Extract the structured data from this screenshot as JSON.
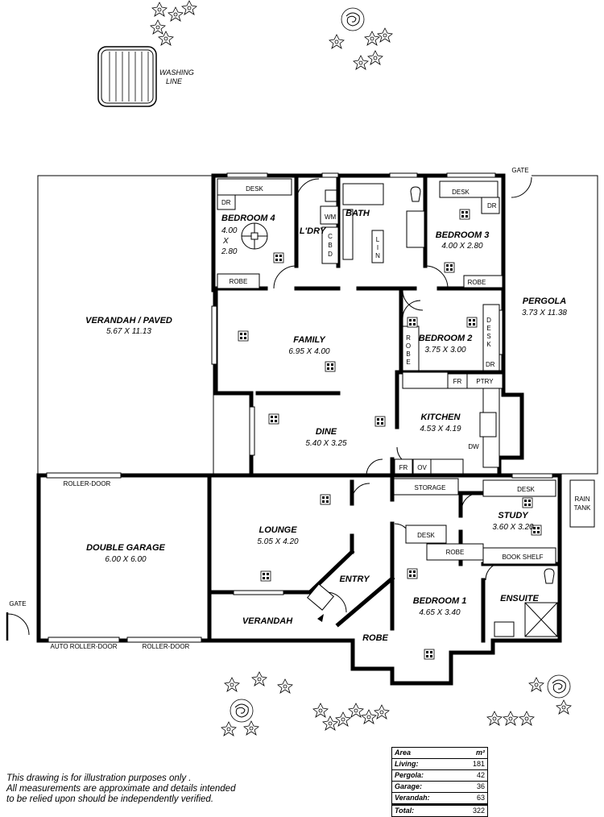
{
  "rooms": {
    "verandah_paved": {
      "name": "VERANDAH / PAVED",
      "dims": "5.67 X 11.13"
    },
    "family": {
      "name": "FAMILY",
      "dims": "6.95 X 4.00"
    },
    "dine": {
      "name": "DINE",
      "dims": "5.40 X 3.25"
    },
    "bedroom4": {
      "name": "BEDROOM 4",
      "dims_a": "4.00",
      "dims_x": "X",
      "dims_b": "2.80"
    },
    "bedroom3": {
      "name": "BEDROOM 3",
      "dims": "4.00 X 2.80"
    },
    "bedroom2": {
      "name": "BEDROOM 2",
      "dims": "3.75 X 3.00"
    },
    "kitchen": {
      "name": "KITCHEN",
      "dims": "4.53 X 4.19"
    },
    "pergola": {
      "name": "PERGOLA",
      "dims": "3.73 X 11.38"
    },
    "double_garage": {
      "name": "DOUBLE GARAGE",
      "dims": "6.00 X 6.00"
    },
    "lounge": {
      "name": "LOUNGE",
      "dims": "5.05 X 4.20"
    },
    "study": {
      "name": "STUDY",
      "dims": "3.60 X 3.20"
    },
    "bedroom1": {
      "name": "BEDROOM 1",
      "dims": "4.65 X 3.40"
    },
    "ensuite": {
      "name": "ENSUITE"
    },
    "entry": {
      "name": "ENTRY"
    },
    "verandah": {
      "name": "VERANDAH"
    },
    "robe_entry": {
      "name": "ROBE"
    },
    "laundry": {
      "name": "L'DRY"
    },
    "bath": {
      "name": "BATH"
    }
  },
  "fixtures": {
    "desk": "DESK",
    "dr": "DR",
    "robe": "ROBE",
    "wm": "WM",
    "cbd": [
      "C",
      "B",
      "D"
    ],
    "lin": [
      "L",
      "I",
      "N"
    ],
    "desk_vertical": [
      "D",
      "E",
      "S",
      "K"
    ],
    "robe_vertical": [
      "R",
      "O",
      "B",
      "E"
    ],
    "fr": "FR",
    "ptry": "PTRY",
    "ov": "OV",
    "dw": "DW",
    "storage": "STORAGE",
    "book_shelf": "BOOK SHELF",
    "roller_door": "ROLLER-DOOR",
    "auto_roller_door": "AUTO ROLLER-DOOR"
  },
  "site": {
    "washing_line": [
      "WASHING",
      "LINE"
    ],
    "gate": "GATE",
    "rain_tank": [
      "RAIN",
      "TANK"
    ]
  },
  "disclaimer": [
    "This drawing is for illustration purposes only .",
    "All measurements are approximate and details intended",
    "to be relied upon should be independently verified."
  ],
  "area_table": {
    "header": {
      "label": "Area",
      "unit": "m²"
    },
    "rows": [
      {
        "label": "Living:",
        "value": "181"
      },
      {
        "label": "Pergola:",
        "value": "42"
      },
      {
        "label": "Garage:",
        "value": "36"
      },
      {
        "label": "Verandah:",
        "value": "63"
      }
    ],
    "total": {
      "label": "Total:",
      "value": "322"
    }
  }
}
